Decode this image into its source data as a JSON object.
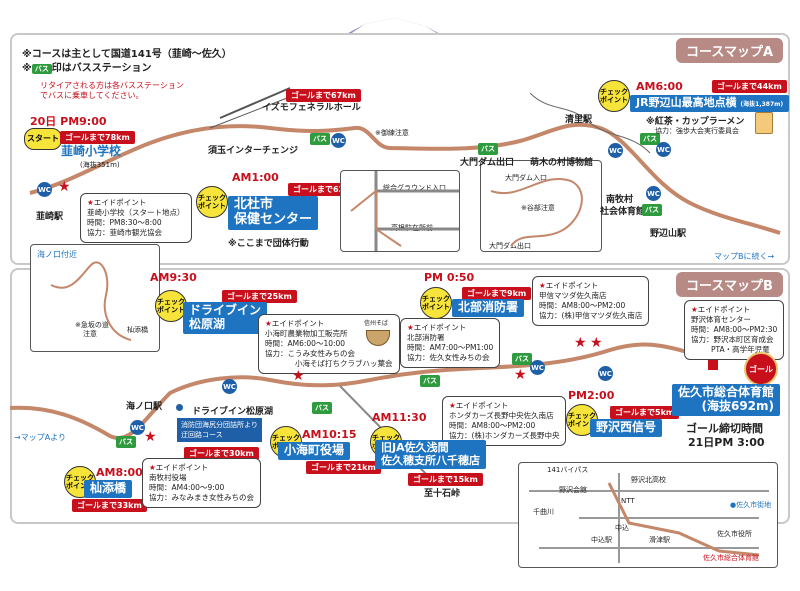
{
  "header_notes": {
    "note1": "※コースは主として国道141号（韮崎〜佐久）",
    "note2_prefix": "※",
    "note2_badge": "バス",
    "note2_suffix": "印はバスステーション",
    "retire": "リタイアされる方は各バスステーション",
    "retire2": "でバスに乗車してください。"
  },
  "map_a": {
    "title": "コースマップA",
    "next": "マップBに続く→",
    "start": {
      "date": "20日 PM9:00",
      "badge": "スタート",
      "goal": "ゴールまで78km",
      "name": "韮崎小学校",
      "alt": "(海抜351m)",
      "station": "韮崎駅"
    },
    "aid_start": {
      "title": "エイドポイント",
      "l1": "韮崎小学校（スタート地点）",
      "l2": "時間：PM8:30〜8:00",
      "l3": "協力：韮崎市観光協会"
    },
    "izumo": "イズモフェネラルホール",
    "goal67": "ゴールまで67km",
    "sutama": "須玉インターチェンジ",
    "hokuto": {
      "time": "AM1:00",
      "badge": "チェック ポイント",
      "goal": "ゴールまで62km",
      "name1": "北杜市",
      "name2": "保健センター",
      "note": "※ここまで団体行動"
    },
    "sharp_curve": "※御練注意",
    "inset1": {
      "a": "総合グラウンド入口",
      "b": "高根駐在所前"
    },
    "inset2": {
      "a": "大門ダム入口",
      "b": "※谷部注意",
      "c": "大門ダム出口"
    },
    "daimon_exit": "大門ダム出口",
    "moenoki": "萌木の村博物館",
    "kiyosato": "清里駅",
    "nobeyama": {
      "time": "AM6:00",
      "badge": "チェック ポイント",
      "goal": "ゴールまで44km",
      "name": "JR野辺山最高地点横",
      "alt": "(海抜1,387m)"
    },
    "aid_nobeyama": {
      "l1": "※紅茶・カップラーメン",
      "l2": "協力：強歩大会実行委員会"
    },
    "minamimaki": "南牧村",
    "minamimaki2": "社会体育館",
    "nobeyama_st": "野辺山駅"
  },
  "map_b": {
    "title": "コースマップB",
    "from_a": "→マップAより",
    "inset_umi": {
      "title": "海ノ口付近",
      "note": "※急坂の道",
      "note2": "注意",
      "bridge": "杣添橋"
    },
    "matsubara": {
      "time": "AM9:30",
      "badge": "チェック ポイント",
      "goal": "ゴールまで25km",
      "name1": "ドライブイン",
      "name2": "松原湖"
    },
    "aid_koumi": {
      "title": "エイドポイント",
      "l1": "小海町農業物加工販売所",
      "l2": "時間：AM6:00〜10:00",
      "l3": "協力：こうみ女性みちの会",
      "l4": "小海そば打ちクラブハッ葉会",
      "pic": "信州そば"
    },
    "umi_st": "海ノ口駅",
    "drivein": "ドライブイン松原湖",
    "shobo": "消防団海尻分団詰所より",
    "shobo2": "迂回路コース",
    "goal30": "ゴールまで30km",
    "somazoe": {
      "time": "AM8:00",
      "badge": "チェック ポイント",
      "name": "杣添橋",
      "goal": "ゴールまで33km"
    },
    "aid_minamimaki": {
      "title": "エイドポイント",
      "l1": "南牧村役場",
      "l2": "時間：AM4:00〜9:00",
      "l3": "協力：みなみまき女性みちの会"
    },
    "koumi": {
      "time": "AM10:15",
      "badge": "チェック ポイント",
      "name": "小海町役場",
      "goal": "ゴールまで21km"
    },
    "hokubu": {
      "time": "PM 0:50",
      "badge": "チェック ポイント",
      "goal": "ゴールまで9km",
      "name": "北部消防署"
    },
    "aid_hokubu": {
      "title": "エイドポイント",
      "l1": "北部消防署",
      "l2": "時間：AM7:00〜PM1:00",
      "l3": "協力：佐久女性みちの会"
    },
    "aid_kouho": {
      "title": "エイドポイント",
      "l1": "甲信マツダ佐久南店",
      "l2": "時間：AM8:00〜PM2:00",
      "l3": "協力：(株)甲信マツダ佐久南店"
    },
    "asama": {
      "time": "AM11:30",
      "badge": "チェック ポイント",
      "name1": "旧JA佐久浅間",
      "name2": "佐久穂支所八千穂店",
      "goal": "ゴールまで15km"
    },
    "aid_honda": {
      "title": "エイドポイント",
      "l1": "ホンダカーズ長野中央佐久南店",
      "l2": "時間：AM8:00〜PM2:00",
      "l3": "協力：(株)ホンダカーズ長野中央"
    },
    "shijukoku": "至十石峠",
    "nozawa": {
      "time": "PM2:00",
      "badge": "チェック ポイント",
      "goal": "ゴールまで5km",
      "name": "野沢西信号"
    },
    "aid_nozawa": {
      "title": "エイドポイント",
      "l1": "野沢体育センター",
      "l2": "時間：AM8:00〜PM2:30",
      "l3": "協力：野沢本町区育成会",
      "l4": "PTA・高学年児童"
    },
    "goal": {
      "badge": "ゴール",
      "name": "佐久市総合体育館",
      "alt": "(海抜692m)",
      "close": "ゴール締切時間",
      "close_time": "21日PM 3:00"
    },
    "city": {
      "title": "●佐久市街地",
      "bypass": "141バイパス",
      "nozawa_hs": "野沢北高校",
      "nozawa_hs2": "野沢会館",
      "ntt": "NTT",
      "senda": "千曲川",
      "nakagomi": "中込",
      "nakagomi_st": "中込駅",
      "takinoya": "滑津駅",
      "city_hall": "佐久市役所",
      "gym": "佐久市総合体育館"
    }
  },
  "icons": {
    "bus": "バス",
    "wc": "WC"
  },
  "colors": {
    "route": "#c4876a",
    "accent": "#c8101d",
    "check": "#f7e43a",
    "blue": "#1e74c0",
    "bus": "#2e9b3e"
  }
}
